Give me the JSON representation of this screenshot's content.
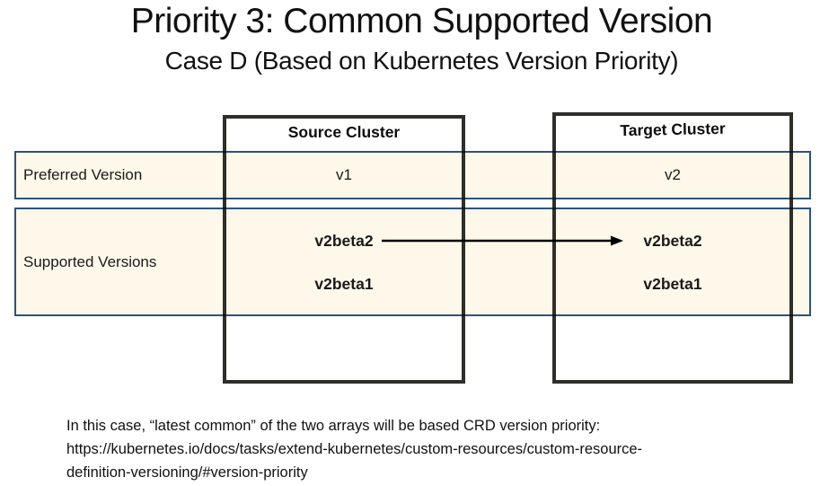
{
  "slide": {
    "title": "Priority 3: Common Supported Version",
    "subtitle": "Case D (Based on Kubernetes Version Priority)"
  },
  "clusters": {
    "source": {
      "header": "Source Cluster"
    },
    "target": {
      "header": "Target Cluster"
    }
  },
  "rows": {
    "preferred": {
      "label": "Preferred Version",
      "source": "v1",
      "target": "v2"
    },
    "supported": {
      "label": "Supported Versions",
      "source": [
        "v2beta2",
        "v2beta1"
      ],
      "target": [
        "v2beta2",
        "v2beta1"
      ]
    }
  },
  "arrow": {
    "from": "v2beta2 (source cluster)",
    "to": "v2beta2 (target cluster)"
  },
  "footnote": {
    "line1": "In this case, “latest common” of the two arrays will be based CRD version priority:",
    "line2": "https://kubernetes.io/docs/tasks/extend-kubernetes/custom-resources/custom-resource-",
    "line3": "definition-versioning/#version-priority"
  },
  "colors": {
    "row_fill": "#FDF8E9",
    "row_border": "#2E527D",
    "box_border": "#000000",
    "arrow": "#000000",
    "background": "#FFFFFF"
  }
}
